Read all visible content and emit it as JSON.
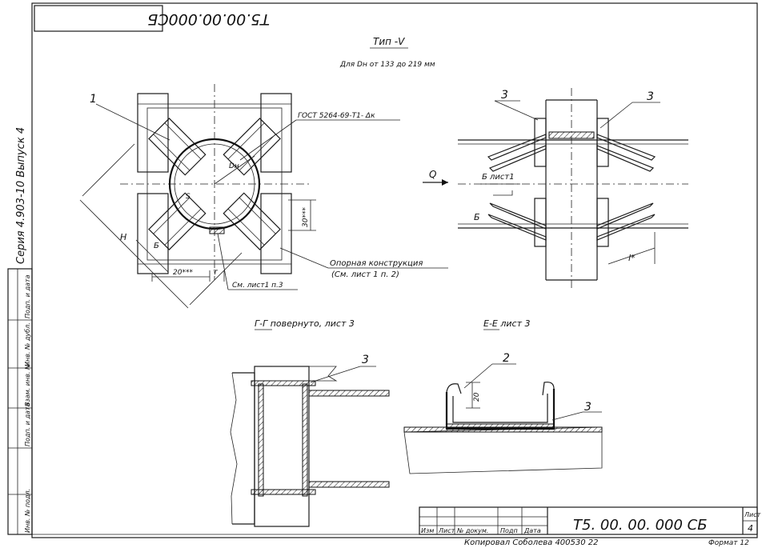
{
  "drawing": {
    "code_top": "T5.00.00.000СБ",
    "type_title": "Тип -V",
    "type_subtitle": "Для Dн от 133 до 219 мм",
    "series_side": "Серия 4.903-10 Выпуск 4",
    "callouts": {
      "pos1": "1",
      "weld_note": "ГОСТ 5264-69-Т1- Δк",
      "dn": "Dн",
      "s": "S",
      "h": "H",
      "b": "Б",
      "dim30": "30***",
      "dim20": "20***",
      "m": "т",
      "see_sheet1": "См. лист1 п.3",
      "support_1": "Опорная  конструкция",
      "support_2": "(См. лист 1 п. 2)",
      "pos3a": "3",
      "pos3b": "3",
      "q": "Q",
      "b_sheet": "Б лист1",
      "l": "l*",
      "section_gg": "Г-Г повернуто, лист 3",
      "section_ee": "Е-Е лист 3",
      "pos3c": "3",
      "pos2": "2",
      "dim20v": "20",
      "pos3d": "3"
    },
    "side_labels": [
      "Подп. и дата",
      "Инв. № дубл.",
      "Взам. инв. №",
      "Подп. и дата",
      "Инв. № подл."
    ],
    "title_block": {
      "code": "T5. 00. 00. 000 СБ",
      "headers": [
        "Изм",
        "Лист",
        "№ докум.",
        "Подп",
        "Дата"
      ],
      "sheet_label": "Лист",
      "sheet_number": "4"
    },
    "footer": {
      "copied": "Копировал  Соболева   400530  22",
      "format": "Формат 12"
    }
  }
}
